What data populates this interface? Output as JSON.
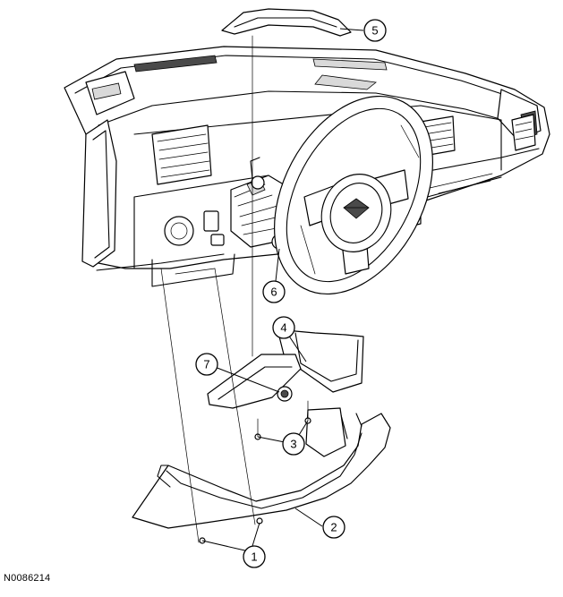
{
  "figure_id": "N0086214",
  "callouts": [
    {
      "label": "1"
    },
    {
      "label": "2"
    },
    {
      "label": "3"
    },
    {
      "label": "4"
    },
    {
      "label": "5"
    },
    {
      "label": "6"
    },
    {
      "label": "7"
    }
  ]
}
